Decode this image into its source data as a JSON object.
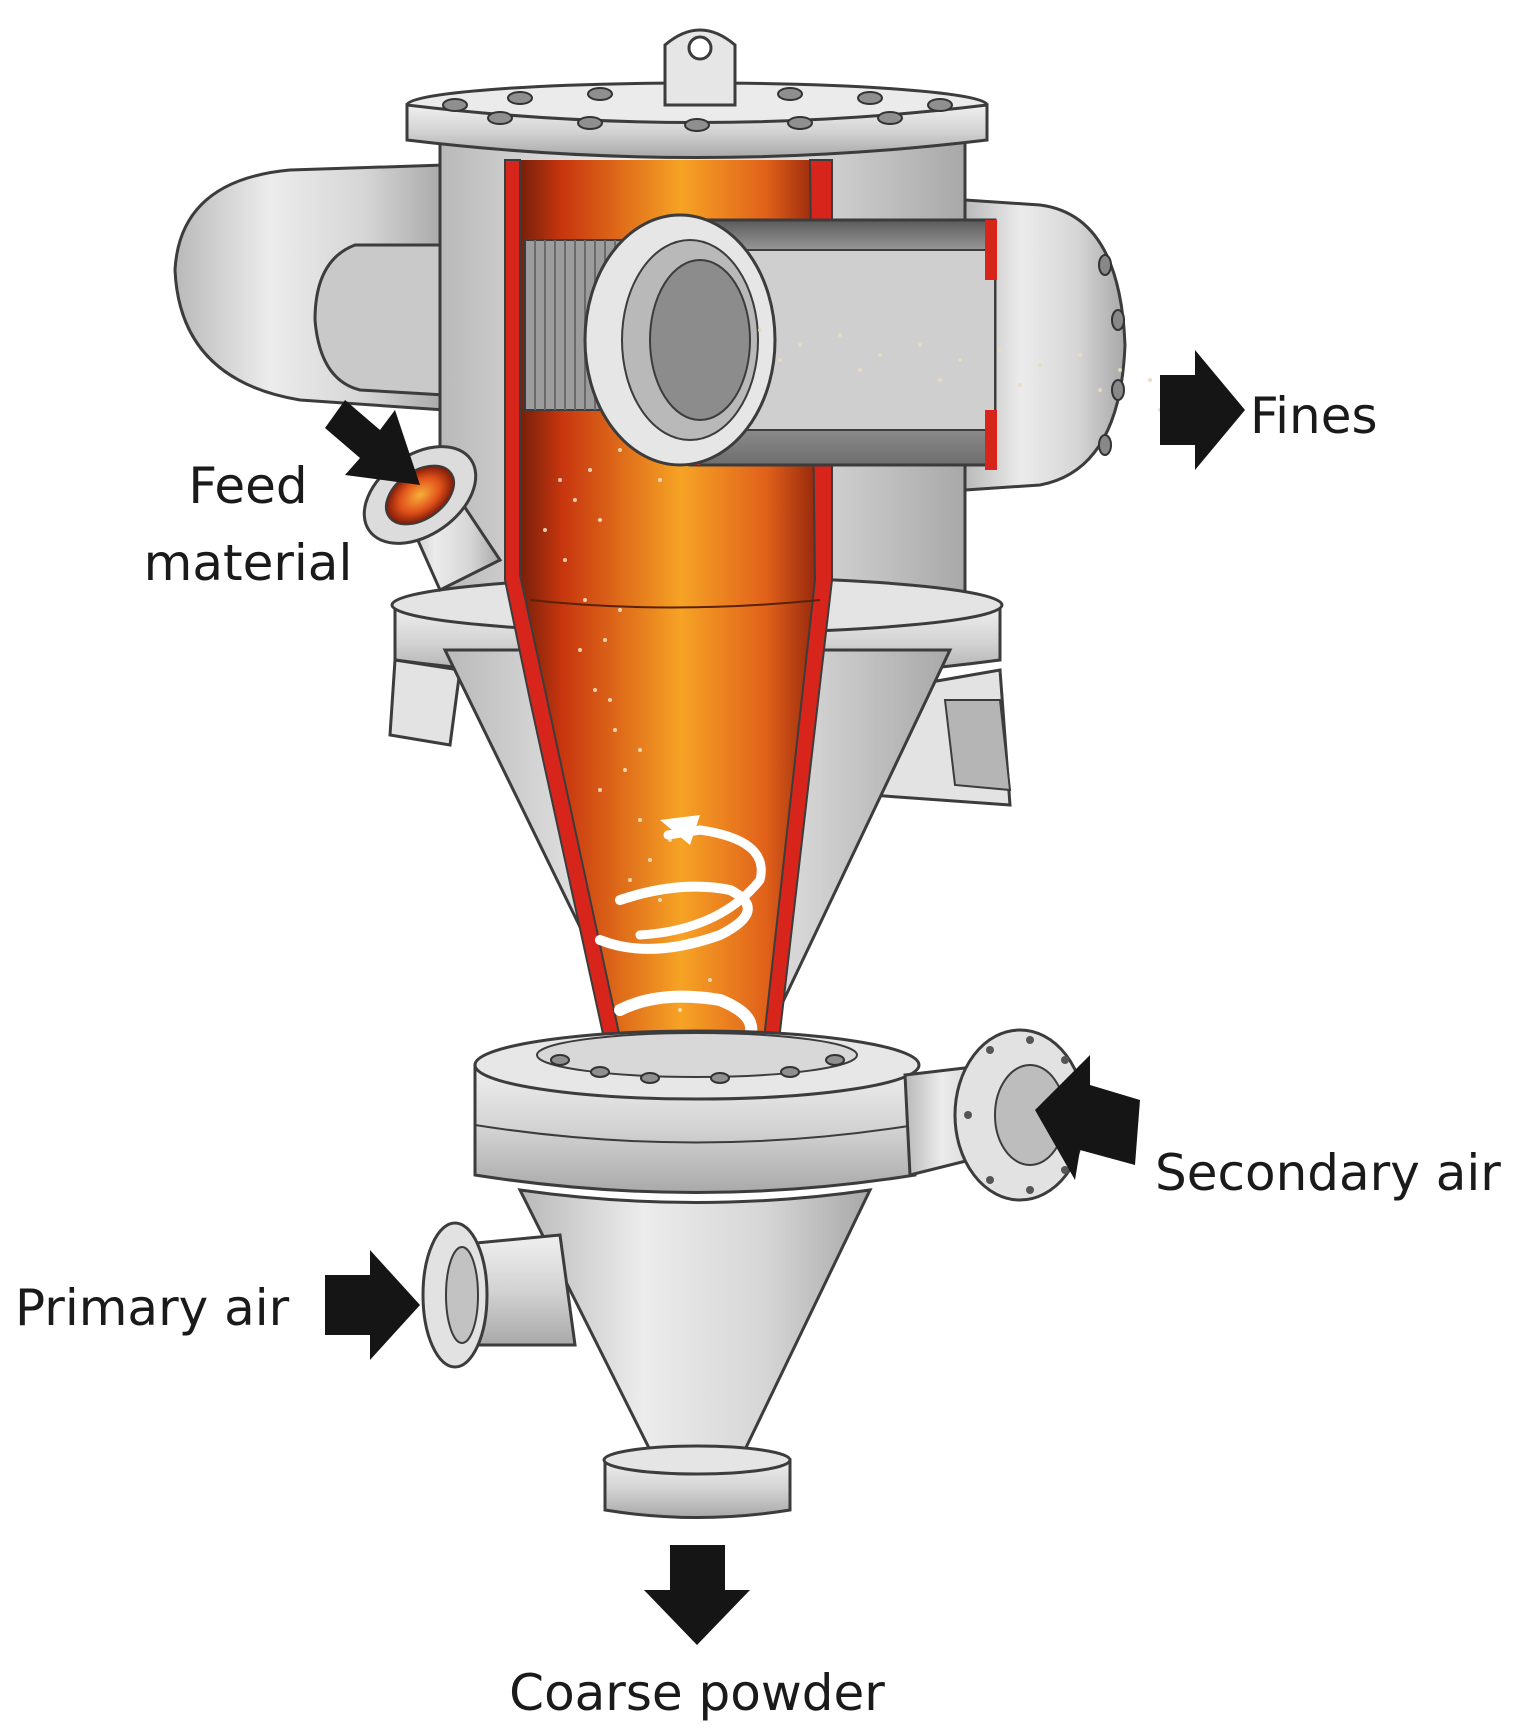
{
  "labels": {
    "fines": "Fines",
    "feed_line1": "Feed",
    "feed_line2": "material",
    "secondary_air": "Secondary air",
    "primary_air": "Primary air",
    "coarse_powder": "Coarse powder"
  },
  "colors": {
    "steel": "#d9d9d9",
    "steel_dark": "#a9a9a9",
    "outline": "#3c3c3c",
    "chamber_hot": "#e0300f",
    "chamber_warm": "#f5a623",
    "liner_red": "#d8251b",
    "arrow": "#151515"
  }
}
